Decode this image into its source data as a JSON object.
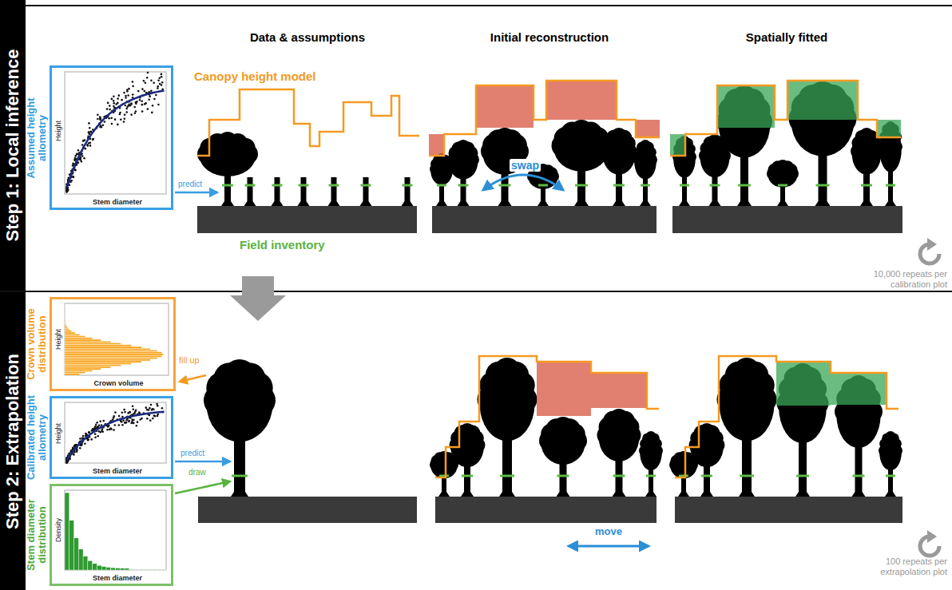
{
  "diagram": {
    "nodes": [
      {
        "text": [
          "Step 1: Local inference"
        ]
      },
      {
        "text": [
          "Assumed height allometry",
          "Height",
          "Stem diameter"
        ]
      },
      {
        "text": [
          "Step 2: Extrapolation"
        ]
      },
      {
        "text": [
          "Crown volume distribution",
          "Height",
          "Crown volume"
        ]
      },
      {
        "text": [
          "Calibrated height allometry",
          "Height",
          "Stem diameter"
        ]
      },
      {
        "text": [
          "Stem diameter distribution",
          "Density",
          "Stem diameter"
        ]
      }
    ],
    "labels": [
      "Data & assumptions",
      "Initial reconstruction",
      "Spatially fitted",
      "Canopy height model",
      "predict",
      "Field inventory",
      "swap",
      "10,000 repeats per calibration plot",
      "fill up",
      "predict",
      "draw",
      "move",
      "100 repeats per extrapolation plot"
    ]
  }
}
